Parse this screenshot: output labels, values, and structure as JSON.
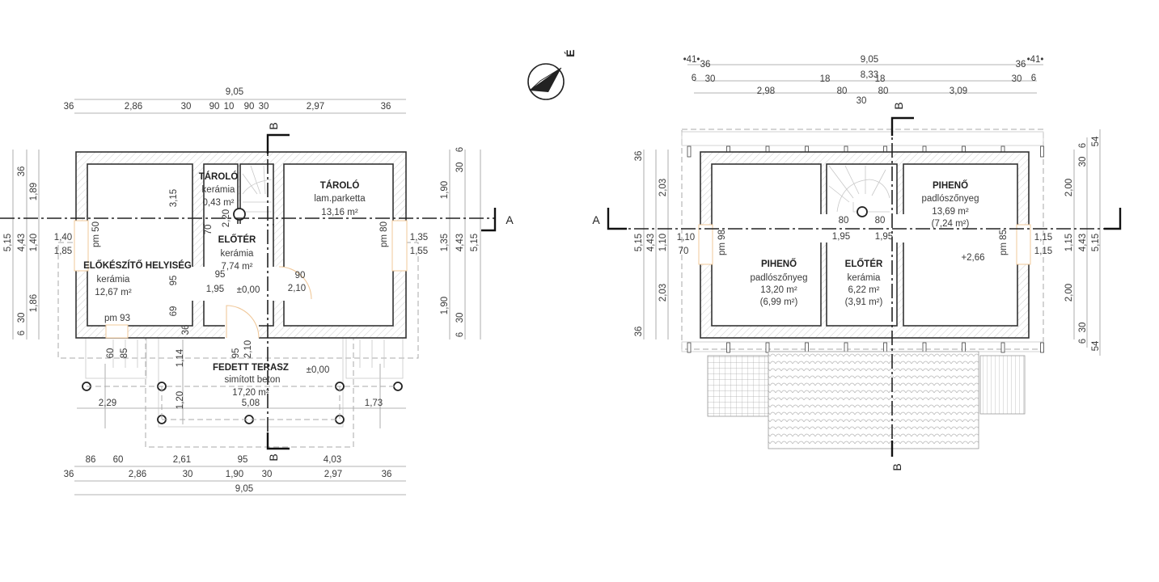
{
  "north_arrow": {
    "label": "É"
  },
  "section_marks": {
    "a": "A",
    "b": "B"
  },
  "ground_floor": {
    "dims_top": [
      "9,05",
      "36",
      "2,86",
      "30",
      "90",
      "10",
      "90",
      "30",
      "2,97",
      "36"
    ],
    "dims_left": [
      "5,15",
      "4,43",
      "36",
      "30",
      "6",
      "1,89",
      "1,40",
      "1,86",
      "1,40",
      "1,85"
    ],
    "dims_right": [
      "1,90",
      "1,35",
      "1,90",
      "30",
      "6",
      "4,43",
      "30",
      "6",
      "5,15",
      "1,35",
      "1,55"
    ],
    "rooms": [
      {
        "name": "TÁROLÓ",
        "floor": "kerámia",
        "area": "0,43 m²"
      },
      {
        "name": "TÁROLÓ",
        "floor": "lam.parketta",
        "area": "13,16 m²"
      },
      {
        "name": "ELŐTÉR",
        "floor": "kerámia",
        "area": "7,74 m²"
      },
      {
        "name": "ELŐKÉSZÍTŐ HELYISÉG",
        "floor": "kerámia",
        "area": "12,67 m²"
      },
      {
        "name": "FEDETT TERASZ",
        "floor": "simított beton",
        "area": "17,20 m²"
      }
    ],
    "inner": [
      "3,15",
      "2,20",
      "70",
      "pm 50",
      "pm 80",
      "95",
      "95",
      "1,95",
      "±0,00",
      "90",
      "2,10",
      "69",
      "pm 93",
      "36",
      "60",
      "85",
      "1,14",
      "95",
      "2,10",
      "±0,00",
      "2,29",
      "5,08",
      "1,73",
      "1,20"
    ],
    "dims_bottom": [
      "86",
      "60",
      "2,61",
      "95",
      "4,03",
      "36",
      "2,86",
      "30",
      "1,90",
      "30",
      "2,97",
      "36",
      "9,05"
    ]
  },
  "attic": {
    "dims_top": [
      "•41•",
      "36",
      "9,05",
      "36",
      "•41•",
      "6",
      "30",
      "18",
      "8,33",
      "18",
      "30",
      "6",
      "2,98",
      "80",
      "80",
      "3,09",
      "30"
    ],
    "dims_left": [
      "36",
      "5,15",
      "36",
      "4,43",
      "2,03",
      "1,10",
      "2,03",
      "1,10",
      "70"
    ],
    "dims_right": [
      "2,00",
      "1,15",
      "2,00",
      "6",
      "30",
      "4,43",
      "30",
      "6",
      "54",
      "5,15",
      "54"
    ],
    "rooms": [
      {
        "name": "PIHENŐ",
        "floor": "padlószőnyeg",
        "area": "13,69 m²",
        "net_area": "(7,24 m²)"
      },
      {
        "name": "PIHENŐ",
        "floor": "padlószőnyeg",
        "area": "13,20 m²",
        "net_area": "(6,99 m²)"
      },
      {
        "name": "ELŐTÉR",
        "floor": "kerámia",
        "area": "6,22 m²",
        "net_area": "(3,91 m²)"
      }
    ],
    "inner": [
      "80",
      "80",
      "1,95",
      "1,95",
      "pm 98",
      "+2,66",
      "pm 85",
      "1,15",
      "1,15"
    ]
  }
}
